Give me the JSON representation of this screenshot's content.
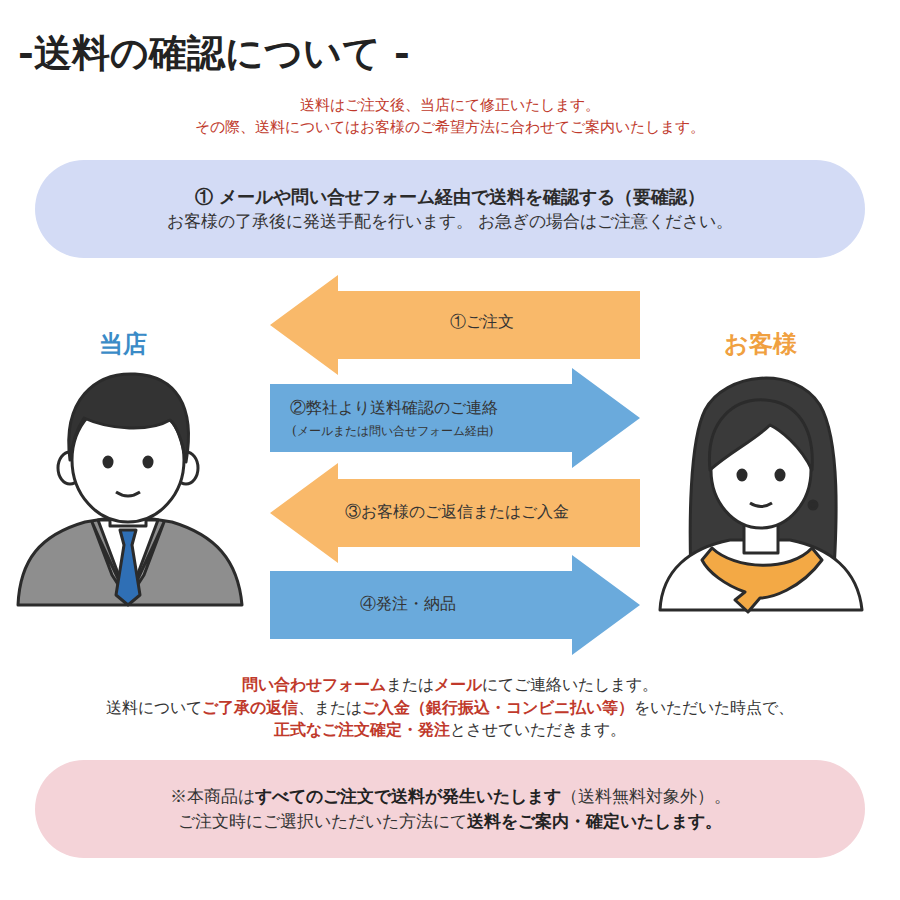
{
  "diagram": {
    "title": "-送料の確認について -",
    "nodes": [
      {
        "text": [
          "① メールや問い合せフォーム経由で送料を確認する（要確認）",
          "お客様の了承後に発送手配を行います。 お急ぎの場合はご注意ください。"
        ]
      },
      {
        "text": [
          "当店"
        ]
      },
      {
        "text": [
          "お客様"
        ]
      },
      {
        "text": [
          "※本商品は",
          "すべてのご注文で送料が発生いたします",
          "（送料無料対象外）。",
          "ご注文時にご選択いただいた方法にて",
          "送料をご案内・確定いたします。"
        ]
      }
    ],
    "edges": [
      {
        "from": 2,
        "to": 1,
        "arrow": "to",
        "label": "①ご注文"
      },
      {
        "from": 1,
        "to": 2,
        "arrow": "to",
        "label": "②弊社より送料確認のご連絡"
      },
      {
        "from": 2,
        "to": 1,
        "arrow": "to",
        "label": "③お客様のご返信またはご入金"
      },
      {
        "from": 1,
        "to": 2,
        "arrow": "to",
        "label": "④発注・納品"
      }
    ],
    "labels": [
      "送料はご注文後、当店にて修正いたします。",
      "その際、送料についてはお客様のご希望方法に合わせてご案内いたします。",
      "(メールまたは問い合せフォーム経由)",
      "問い合わせフォーム",
      "または",
      "メール",
      "にてご連絡いたします。",
      "送料について",
      "ご了承の返信",
      "、または",
      "ご入金（銀行振込・コンビニ払い等）",
      "をいただいた時点で、",
      "正式なご注文確定・発注",
      "とさせていただきます。"
    ]
  }
}
